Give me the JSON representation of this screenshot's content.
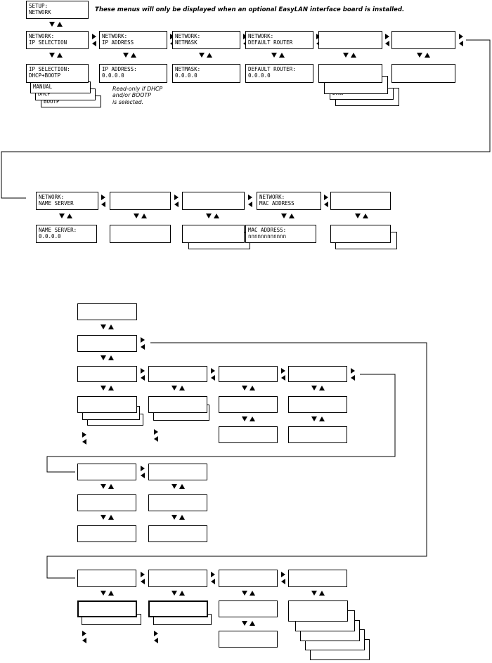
{
  "note": "These menus will only be displayed when an optional EasyLAN interface board is installed.",
  "readonly_note": "Read-only if DHCP\nand/or BOOTP\nis selected.",
  "boxes": {
    "setup": "SETUP:\nNETWORK",
    "ip_selection": "NETWORK:\nIP SELECTION",
    "ip_address": "NETWORK:\nIP ADDRESS",
    "netmask": "NETWORK:\nNETMASK",
    "default_router": "NETWORK:\nDEFAULT ROUTER",
    "ip_selection_val": "IP SELECTION:\nDHCP+BOOTP",
    "opt_manual": "MANUAL",
    "opt_dhcp": "DHCP",
    "opt_bootp": "BOOTP",
    "ip_address_val": "IP ADDRESS:\n0.0.0.0",
    "netmask_val": "NETMASK:\n0.0.0.0",
    "default_router_val": "DEFAULT ROUTER:\n0.0.0.0",
    "opt_dhcp_2": "DHCP",
    "name_server": "NETWORK:\nNAME SERVER",
    "mac_address": "NETWORK:\nMAC ADDRESS",
    "name_server_val": "NAME SERVER:\n0.0.0.0",
    "mac_address_val": "MAC ADDRESS:\nnnnnnnnnnnnn"
  }
}
